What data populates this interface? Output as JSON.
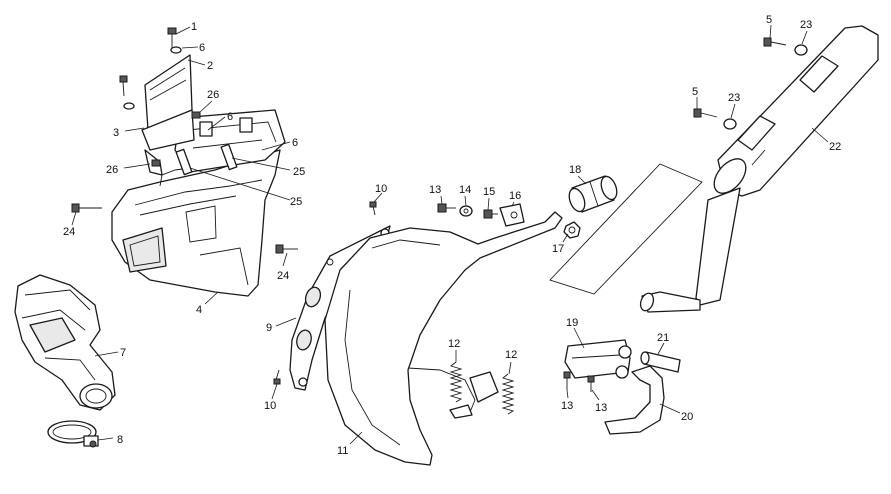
{
  "callouts": [
    {
      "id": "c1",
      "text": "1"
    },
    {
      "id": "c6a",
      "text": "6"
    },
    {
      "id": "c2",
      "text": "2"
    },
    {
      "id": "c26a",
      "text": "26"
    },
    {
      "id": "c6b",
      "text": "6"
    },
    {
      "id": "c3",
      "text": "3"
    },
    {
      "id": "c6c",
      "text": "6"
    },
    {
      "id": "c26b",
      "text": "26"
    },
    {
      "id": "c25a",
      "text": "25"
    },
    {
      "id": "c25b",
      "text": "25"
    },
    {
      "id": "c24a",
      "text": "24"
    },
    {
      "id": "c24b",
      "text": "24"
    },
    {
      "id": "c4",
      "text": "4"
    },
    {
      "id": "c7",
      "text": "7"
    },
    {
      "id": "c8",
      "text": "8"
    },
    {
      "id": "c10a",
      "text": "10"
    },
    {
      "id": "c9",
      "text": "9"
    },
    {
      "id": "c10b",
      "text": "10"
    },
    {
      "id": "c13a",
      "text": "13"
    },
    {
      "id": "c14",
      "text": "14"
    },
    {
      "id": "c15",
      "text": "15"
    },
    {
      "id": "c16",
      "text": "16"
    },
    {
      "id": "c17",
      "text": "17"
    },
    {
      "id": "c18",
      "text": "18"
    },
    {
      "id": "c12a",
      "text": "12"
    },
    {
      "id": "c12b",
      "text": "12"
    },
    {
      "id": "c11",
      "text": "11"
    },
    {
      "id": "c19",
      "text": "19"
    },
    {
      "id": "c13b",
      "text": "13"
    },
    {
      "id": "c13c",
      "text": "13"
    },
    {
      "id": "c21",
      "text": "21"
    },
    {
      "id": "c20",
      "text": "20"
    },
    {
      "id": "c5a",
      "text": "5"
    },
    {
      "id": "c23a",
      "text": "23"
    },
    {
      "id": "c5b",
      "text": "5"
    },
    {
      "id": "c23b",
      "text": "23"
    },
    {
      "id": "c22",
      "text": "22"
    }
  ]
}
